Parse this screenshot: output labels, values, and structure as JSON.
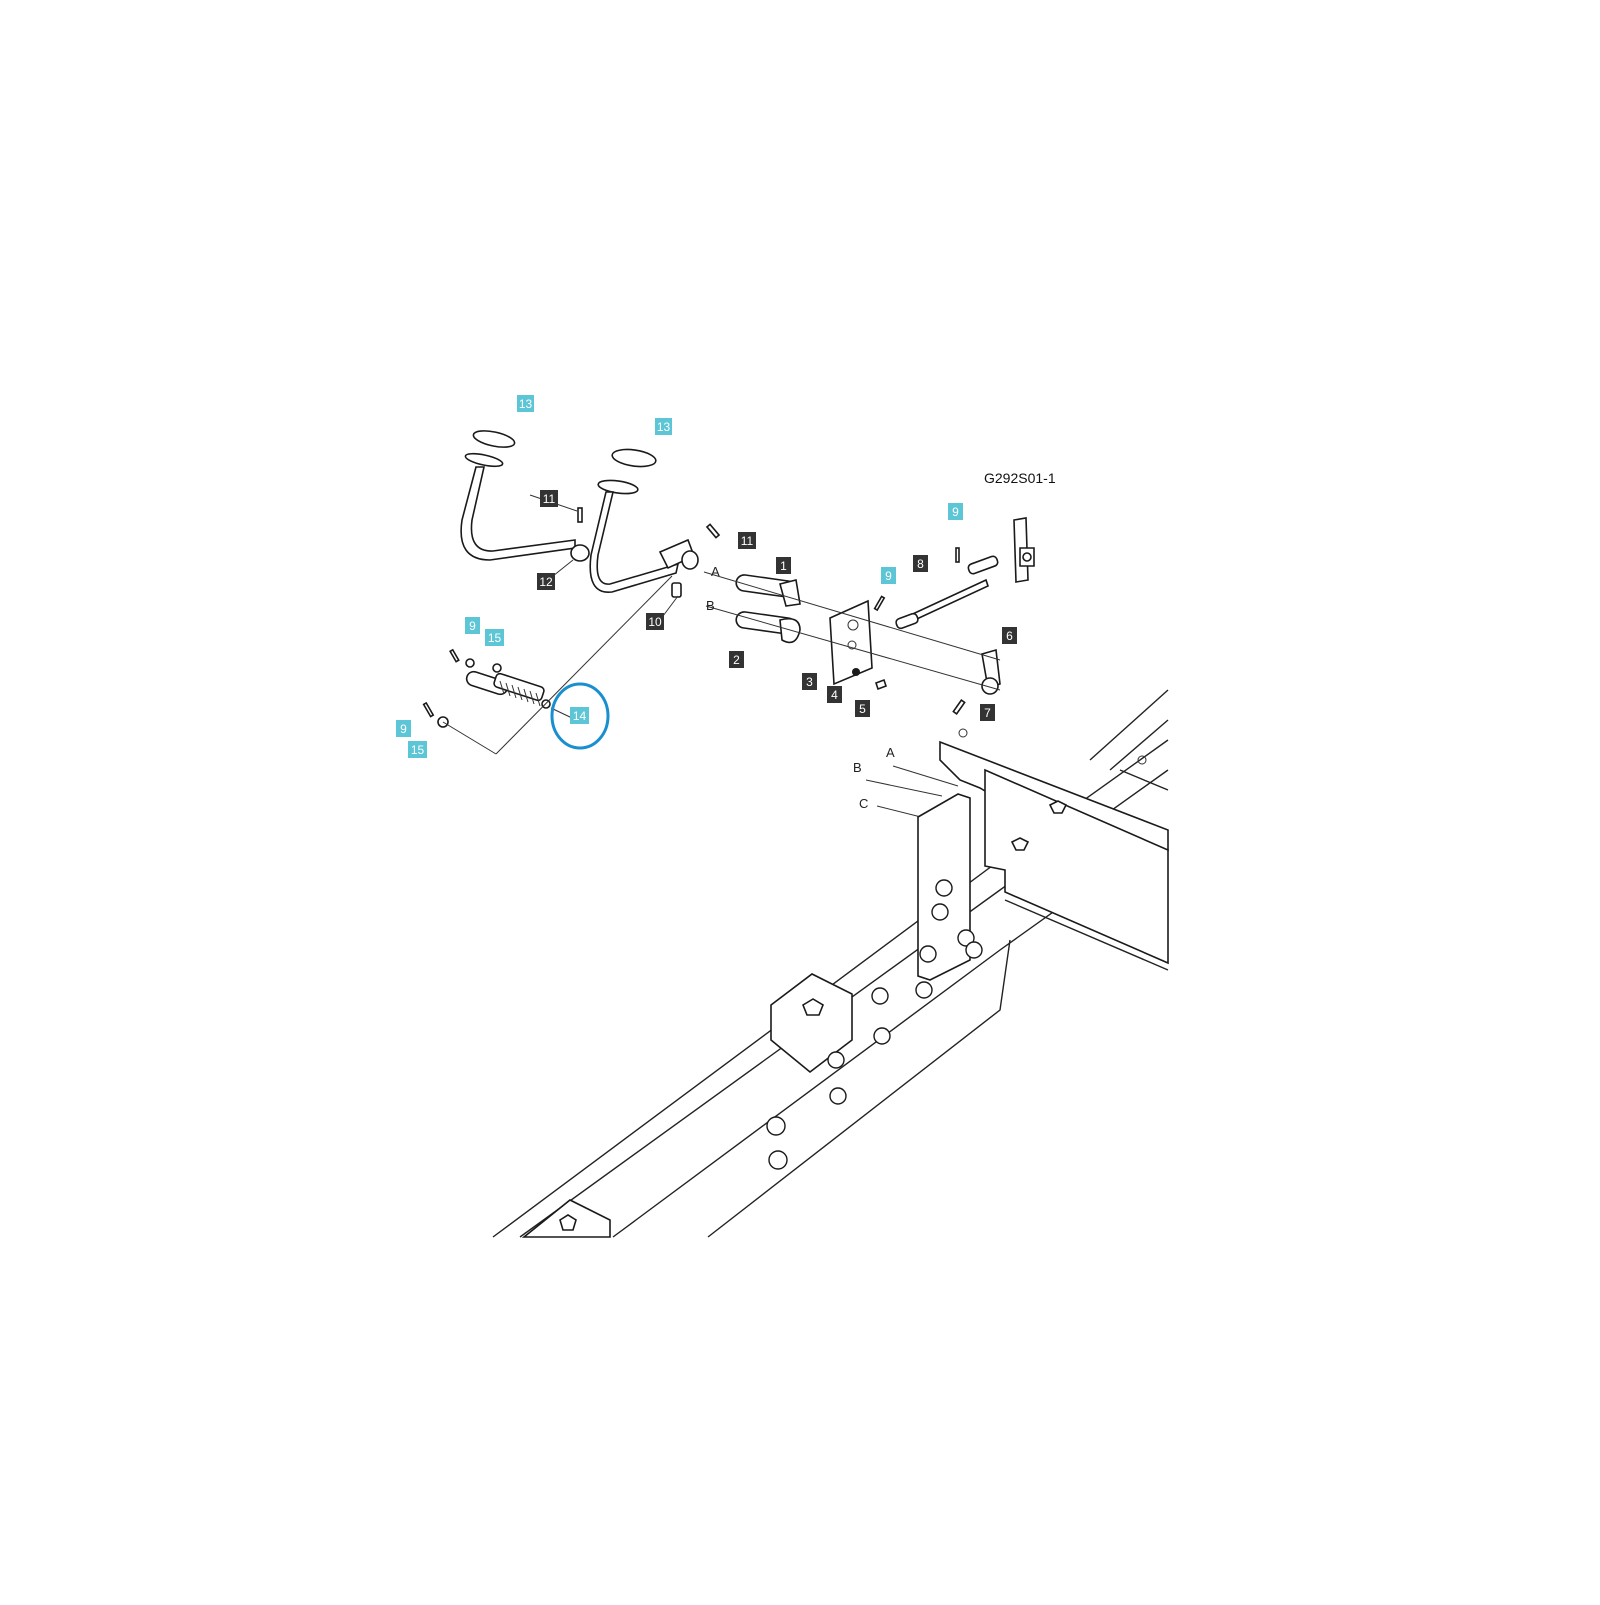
{
  "diagram": {
    "code": "G292S01-1",
    "highlight_color": "#1a8fd0",
    "colors": {
      "cyan_label": "#5cc6d6",
      "dark_label": "#333333",
      "line": "#222222"
    },
    "labels": [
      {
        "text": "13",
        "style": "cyan"
      },
      {
        "text": "13",
        "style": "cyan"
      },
      {
        "text": "11",
        "style": "dark"
      },
      {
        "text": "11",
        "style": "dark"
      },
      {
        "text": "12",
        "style": "dark"
      },
      {
        "text": "10",
        "style": "dark"
      },
      {
        "text": "1",
        "style": "dark"
      },
      {
        "text": "2",
        "style": "dark"
      },
      {
        "text": "3",
        "style": "dark"
      },
      {
        "text": "4",
        "style": "dark"
      },
      {
        "text": "5",
        "style": "dark"
      },
      {
        "text": "6",
        "style": "dark"
      },
      {
        "text": "7",
        "style": "dark"
      },
      {
        "text": "8",
        "style": "dark"
      },
      {
        "text": "9",
        "style": "cyan"
      },
      {
        "text": "9",
        "style": "cyan"
      },
      {
        "text": "9",
        "style": "cyan"
      },
      {
        "text": "15",
        "style": "cyan"
      },
      {
        "text": "9",
        "style": "cyan"
      },
      {
        "text": "15",
        "style": "cyan"
      },
      {
        "text": "14",
        "style": "cyan",
        "highlighted": true
      }
    ],
    "refs": [
      "A",
      "B",
      "A",
      "B",
      "C"
    ]
  }
}
